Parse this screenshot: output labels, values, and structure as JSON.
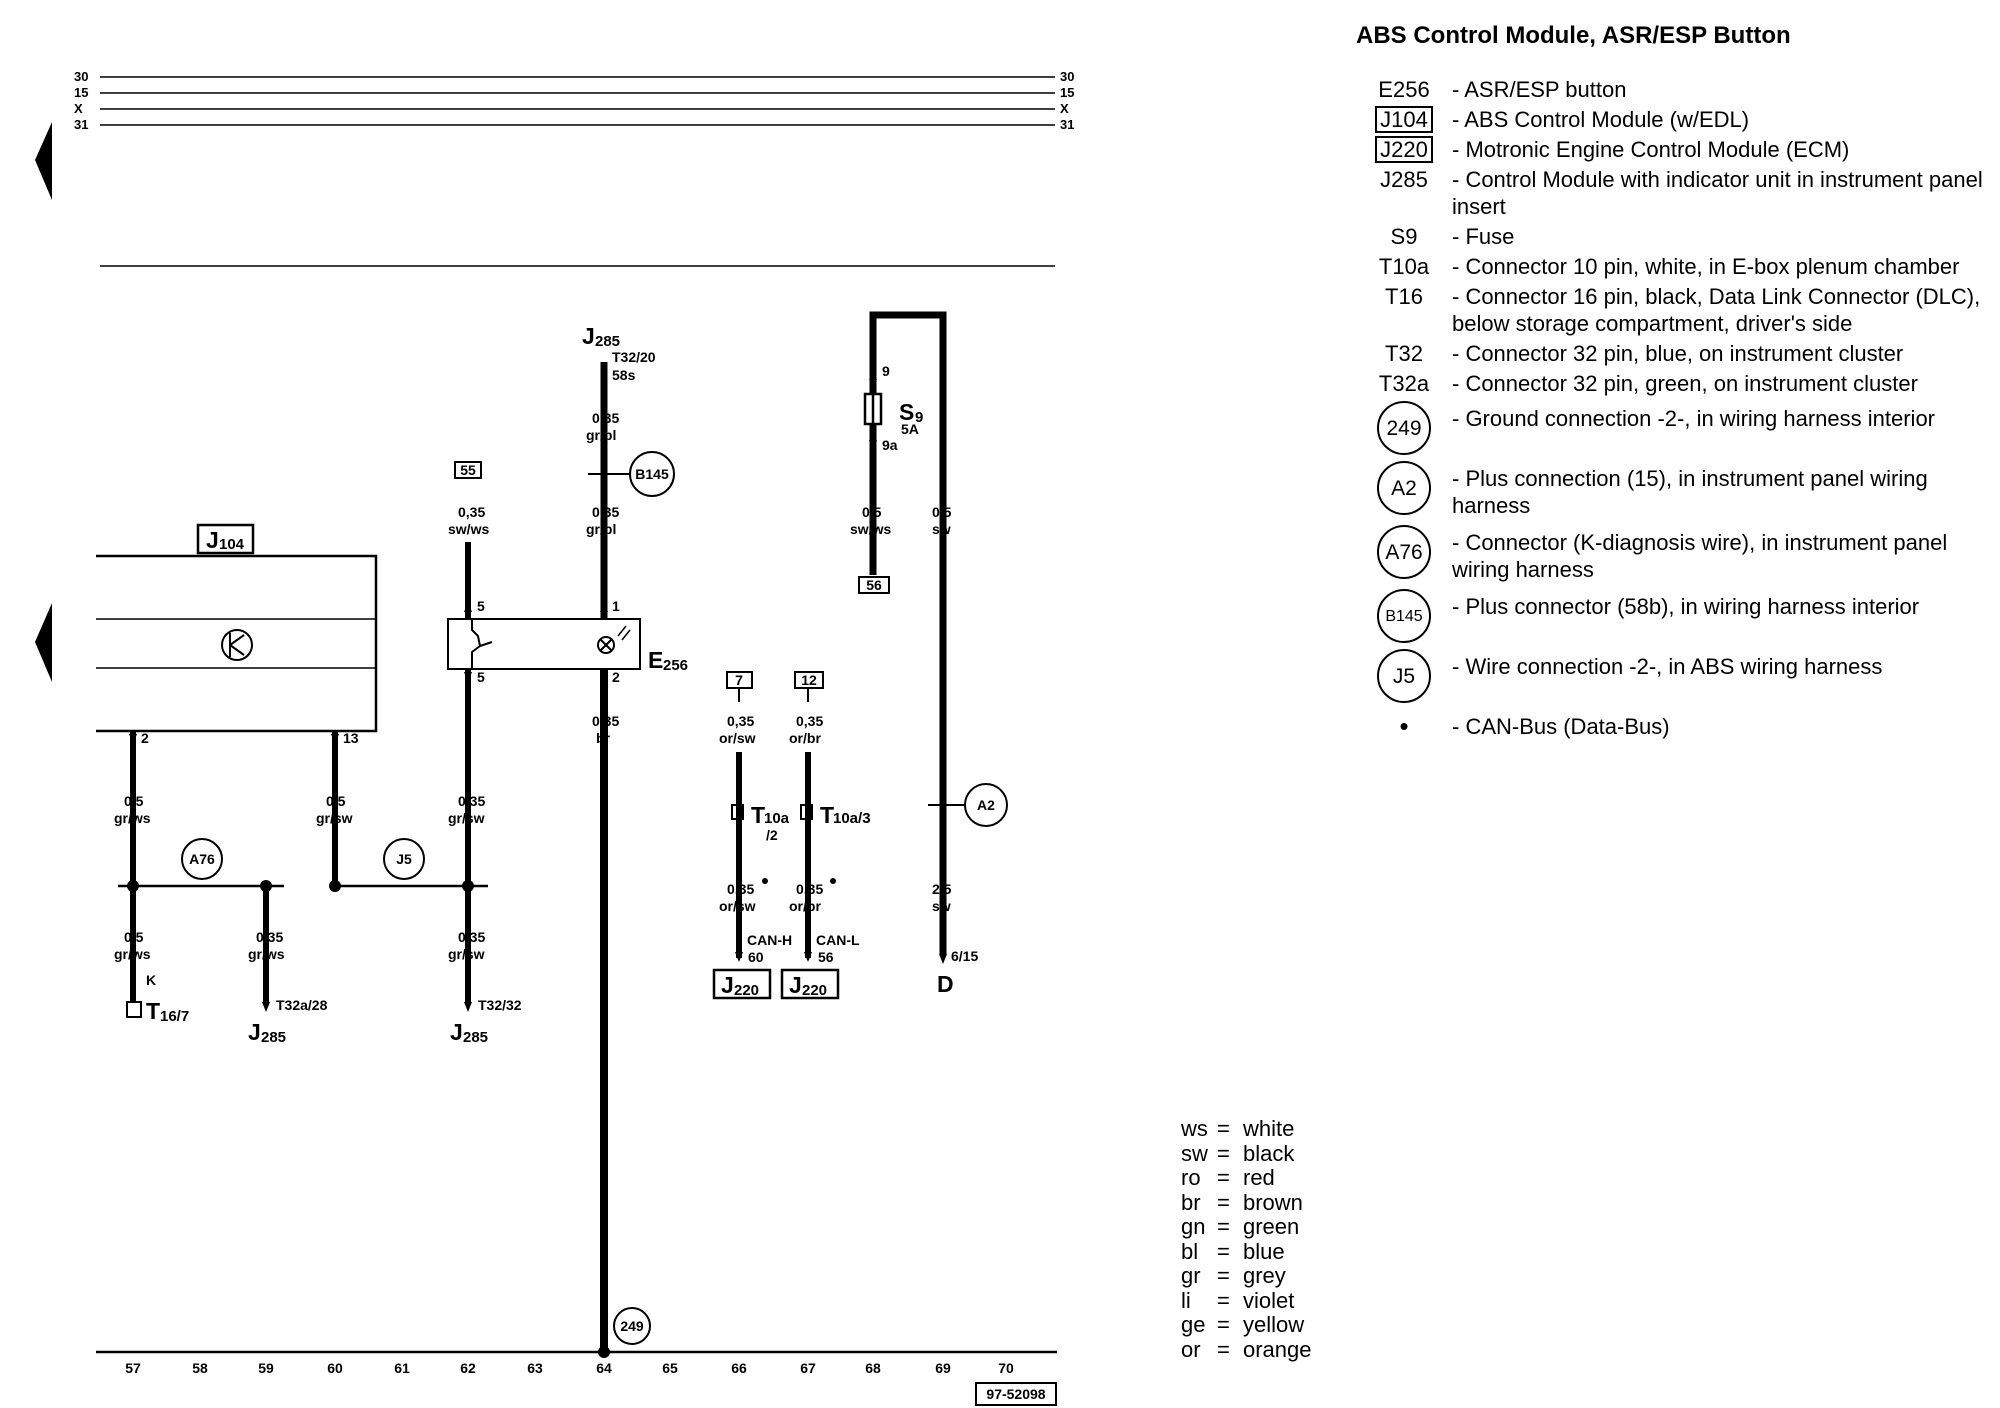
{
  "title": "ABS Control Module, ASR/ESP Button",
  "legend": [
    {
      "code": "E256",
      "style": "plain",
      "desc": "- ASR/ESP button"
    },
    {
      "code": "J104",
      "style": "boxed",
      "desc": "- ABS Control Module (w/EDL)"
    },
    {
      "code": "J220",
      "style": "boxed",
      "desc": "- Motronic Engine Control Module (ECM)"
    },
    {
      "code": "J285",
      "style": "plain",
      "desc": "- Control Module with indicator unit in instrument panel insert"
    },
    {
      "code": "S9",
      "style": "plain",
      "desc": "- Fuse"
    },
    {
      "code": "T10a",
      "style": "plain",
      "desc": "- Connector 10 pin, white, in E-box plenum chamber"
    },
    {
      "code": "T16",
      "style": "plain",
      "desc": "- Connector 16 pin, black, Data Link Connector (DLC), below storage compartment, driver's side"
    },
    {
      "code": "T32",
      "style": "plain",
      "desc": "- Connector 32 pin, blue, on instrument cluster"
    },
    {
      "code": "T32a",
      "style": "plain",
      "desc": "- Connector 32 pin, green, on instrument cluster"
    },
    {
      "code": "249",
      "style": "circled",
      "desc": "- Ground connection -2-, in wiring harness interior"
    },
    {
      "code": "A2",
      "style": "circled",
      "desc": "- Plus connection (15), in instrument panel wiring harness"
    },
    {
      "code": "A76",
      "style": "circled",
      "desc": "- Connector (K-diagnosis wire), in instrument panel wiring harness"
    },
    {
      "code": "B145",
      "style": "circled-small",
      "desc": "- Plus connector (58b), in wiring harness interior"
    },
    {
      "code": "J5",
      "style": "circled",
      "desc": "- Wire connection -2-, in ABS wiring harness"
    },
    {
      "code": "•",
      "style": "dot",
      "desc": "- CAN-Bus (Data-Bus)"
    }
  ],
  "color_codes": [
    {
      "code": "ws",
      "name": "white"
    },
    {
      "code": "sw",
      "name": "black"
    },
    {
      "code": "ro",
      "name": "red"
    },
    {
      "code": "br",
      "name": "brown"
    },
    {
      "code": "gn",
      "name": "green"
    },
    {
      "code": "bl",
      "name": "blue"
    },
    {
      "code": "gr",
      "name": "grey"
    },
    {
      "code": "li",
      "name": "violet"
    },
    {
      "code": "ge",
      "name": "yellow"
    },
    {
      "code": "or",
      "name": "orange"
    }
  ],
  "rails": [
    "30",
    "15",
    "X",
    "31"
  ],
  "columns": [
    "57",
    "58",
    "59",
    "60",
    "61",
    "62",
    "63",
    "64",
    "65",
    "66",
    "67",
    "68",
    "69",
    "70"
  ],
  "ref_number": "97-52098",
  "wires": {
    "w57a": [
      "0,5",
      "gr/ws"
    ],
    "w57b": [
      "0,5",
      "gr/ws"
    ],
    "w59": [
      "0,35",
      "gr/ws"
    ],
    "w60": [
      "0,5",
      "gr/sw"
    ],
    "w62a": [
      "0,35",
      "sw/ws"
    ],
    "w62b": [
      "0,35",
      "gr/sw"
    ],
    "w62c": [
      "0,35",
      "gr/sw"
    ],
    "w64a": [
      "0,35",
      "gr/bl"
    ],
    "w64b": [
      "0,35",
      "gr/bl"
    ],
    "w64c": [
      "0,35",
      "br"
    ],
    "w66a": [
      "0,35",
      "or/sw"
    ],
    "w66b": [
      "0,35",
      "or/sw"
    ],
    "w67a": [
      "0,35",
      "or/br"
    ],
    "w67b": [
      "0,35",
      "or/br"
    ],
    "w68": [
      "0,5",
      "sw/ws"
    ],
    "w69a": [
      "0,5",
      "sw"
    ],
    "w69b": [
      "2,5",
      "sw"
    ]
  },
  "labels": {
    "j104": "J",
    "j104_sub": "104",
    "e256": "E",
    "e256_sub": "256",
    "s9": "S",
    "s9_sub": "9",
    "s9_amp": "5A",
    "j285_top": "J",
    "j285_top_sub": "285",
    "j285_a": "J",
    "j285_a_sub": "285",
    "j285_b": "J",
    "j285_b_sub": "285",
    "j220_a": "J",
    "j220_a_sub": "220",
    "j220_b": "J",
    "j220_b_sub": "220",
    "t16": "T",
    "t16_sub": "16/7",
    "t10a2": "T",
    "t10a2_sub": "10a",
    "t10a2_pin": "/2",
    "t10a3": "T",
    "t10a3_sub": "10a/3",
    "d": "D",
    "k": "K",
    "pin_t32_20": "T32/20",
    "pin_58s": "58s",
    "pin_t32a_28": "T32a/28",
    "pin_t32_32": "T32/32",
    "pin_615": "6/15",
    "can_h": "CAN-H",
    "can_h_pin": "60",
    "can_l": "CAN-L",
    "can_l_pin": "56",
    "p2": "2",
    "p13": "13",
    "p5a": "5",
    "p5b": "5",
    "p1": "1",
    "p2b": "2",
    "p9": "9",
    "p9a": "9a",
    "box55": "55",
    "box56": "56",
    "box7": "7",
    "box12": "12",
    "c249": "249",
    "ca2": "A2",
    "ca76": "A76",
    "cb145": "B145",
    "cj5": "J5"
  }
}
